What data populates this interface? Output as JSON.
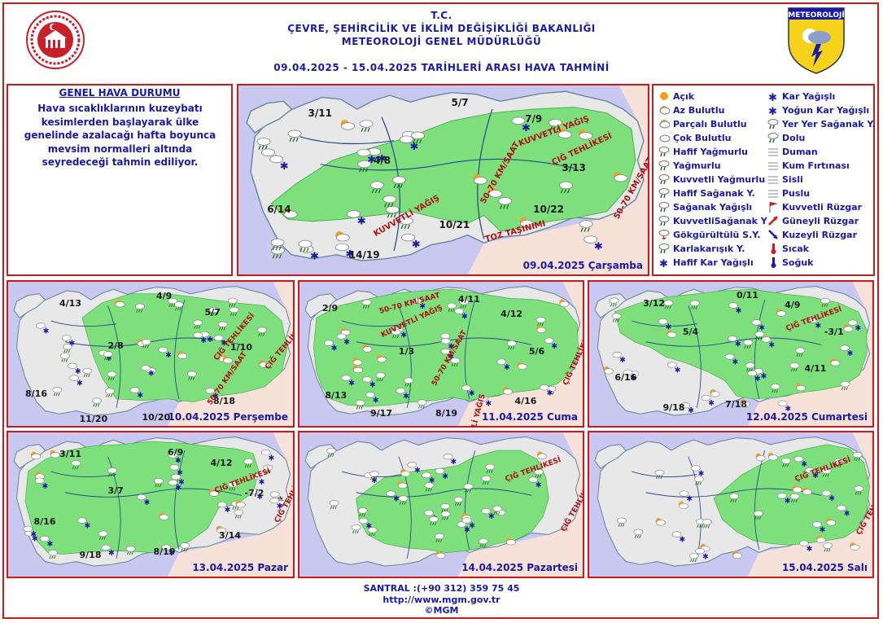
{
  "header": {
    "line1": "T.C.",
    "line2": "ÇEVRE, ŞEHİRCİLİK VE İKLİM DEĞİŞİKLİĞİ BAKANLIĞI",
    "line3": "METEOROLOJİ  GENEL  MÜDÜRLÜĞÜ",
    "line4": "09.04.2025  -  15.04.2025    TARİHLERİ ARASI HAVA TAHMİNİ",
    "logo_right_text": "METEOROLOJİ"
  },
  "general": {
    "title": "GENEL HAVA DURUMU",
    "text": "Hava sıcaklıklarının kuzeybatı kesimlerden başlayarak ülke genelinde azalacağı hafta boyunca mevsim normalleri altında seyredeceği tahmin ediliyor."
  },
  "maps": [
    {
      "date": "09.04.2025 Çarşamba",
      "temps": [
        "3/11",
        "5/7",
        "7/9",
        "4/8",
        "3/13",
        "6/14",
        "10/21",
        "10/22",
        "14/19"
      ],
      "tags": [
        "KUVVETLİ YAĞIŞ",
        "KUVVETLİ YAĞIŞ",
        "ÇIĞ TEHLİKESİ",
        "50-70 KM/SAAT",
        "50-70 KM/SAAT",
        "TOZ TAŞINIMI"
      ]
    },
    {
      "date": "10.04.2025 Perşembe",
      "temps": [
        "4/13",
        "4/9",
        "5/7",
        "2/8",
        "1/10",
        "8/16",
        "10/20",
        "8/18",
        "11/20"
      ],
      "tags": [
        "ÇIĞ TEHLİKESİ",
        "ÇIĞ TEHLİKESİ",
        "50-70 KM/SAAT"
      ]
    },
    {
      "date": "11.04.2025 Cuma",
      "temps": [
        "2/9",
        "4/11",
        "4/12",
        "1/3",
        "5/6",
        "8/13",
        "9/17",
        "8/19",
        "4/16"
      ],
      "tags": [
        "50-70 KM/SAAT",
        "KUVVETLİ YAĞIŞ",
        "50-70 KM/SAAT",
        "ÇIĞ TEHLİKESİ",
        "KUVVETLİ YAĞIŞ"
      ]
    },
    {
      "date": "12.04.2025 Cumartesi",
      "temps": [
        "3/12",
        "0/11",
        "4/9",
        "5/4",
        "-3/1",
        "6/16",
        "9/18",
        "7/18",
        "4/11"
      ],
      "tags": [
        "ÇIĞ TEHLİKESİ"
      ]
    },
    {
      "date": "13.04.2025 Pazar",
      "temps": [
        "3/11",
        "6/9",
        "4/12",
        "3/7",
        "-7/2",
        "8/16",
        "9/18",
        "8/19",
        "3/14"
      ],
      "tags": [
        "ÇIĞ TEHLİKESİ",
        "ÇIĞ TEHLİKESİ"
      ]
    },
    {
      "date": "14.04.2025 Pazartesi",
      "temps": [],
      "tags": [
        "ÇIĞ TEHLİKESİ",
        "ÇIĞ TEHLİKESİ"
      ]
    },
    {
      "date": "15.04.2025 Salı",
      "temps": [],
      "tags": [
        "ÇIĞ TEHLİKESİ",
        "ÇIĞ TEHLİKESİ"
      ]
    }
  ],
  "legend": {
    "left": [
      {
        "label": "Açık",
        "icon": "sun-icon"
      },
      {
        "label": "Az Bulutlu",
        "icon": "sun-small-cloud-icon"
      },
      {
        "label": "Parçalı Bulutlu",
        "icon": "partly-cloudy-icon"
      },
      {
        "label": "Çok Bulutlu",
        "icon": "cloudy-icon"
      },
      {
        "label": "Hafif Yağmurlu",
        "icon": "light-rain-icon"
      },
      {
        "label": "Yağmurlu",
        "icon": "rain-icon"
      },
      {
        "label": "Kuvvetli Yağmurlu",
        "icon": "heavy-rain-icon"
      },
      {
        "label": "Hafif Sağanak Y.",
        "icon": "light-shower-icon"
      },
      {
        "label": "Sağanak Yağışlı",
        "icon": "shower-icon"
      },
      {
        "label": "KuvvetliSağanak Y",
        "icon": "heavy-shower-icon"
      },
      {
        "label": "Gökgürültülü S.Y.",
        "icon": "thunder-icon"
      },
      {
        "label": "Karlakarışık Y.",
        "icon": "sleet-icon"
      },
      {
        "label": "Hafif Kar Yağışlı",
        "icon": "light-snow-icon"
      }
    ],
    "right": [
      {
        "label": "Kar Yağışlı",
        "icon": "snow-icon"
      },
      {
        "label": "Yoğun Kar Yağışlı",
        "icon": "heavy-snow-icon"
      },
      {
        "label": "Yer Yer Sağanak Y.",
        "icon": "local-shower-icon"
      },
      {
        "label": "Dolu",
        "icon": "hail-icon"
      },
      {
        "label": "Duman",
        "icon": "smoke-icon"
      },
      {
        "label": "Kum Fırtınası",
        "icon": "sandstorm-icon"
      },
      {
        "label": "Sisli",
        "icon": "fog-icon"
      },
      {
        "label": "Puslu",
        "icon": "haze-icon"
      },
      {
        "label": "Kuvvetli Rüzgar",
        "icon": "strong-wind-icon"
      },
      {
        "label": "Güneyli Rüzgar",
        "icon": "south-wind-icon"
      },
      {
        "label": "Kuzeyli Rüzgar",
        "icon": "north-wind-icon"
      },
      {
        "label": "Sıcak",
        "icon": "hot-icon"
      },
      {
        "label": "Soğuk",
        "icon": "cold-icon"
      }
    ]
  },
  "footer": {
    "phone": "SANTRAL :(+90 312) 359 75 45",
    "url": "http://www.mgm.gov.tr",
    "copyright": "©MGM"
  },
  "colors": {
    "title": "#1a1aa8",
    "border": "#d01818",
    "green": "#7de07d",
    "land": "#e6e6e6",
    "sea": "#c8c8f0"
  }
}
